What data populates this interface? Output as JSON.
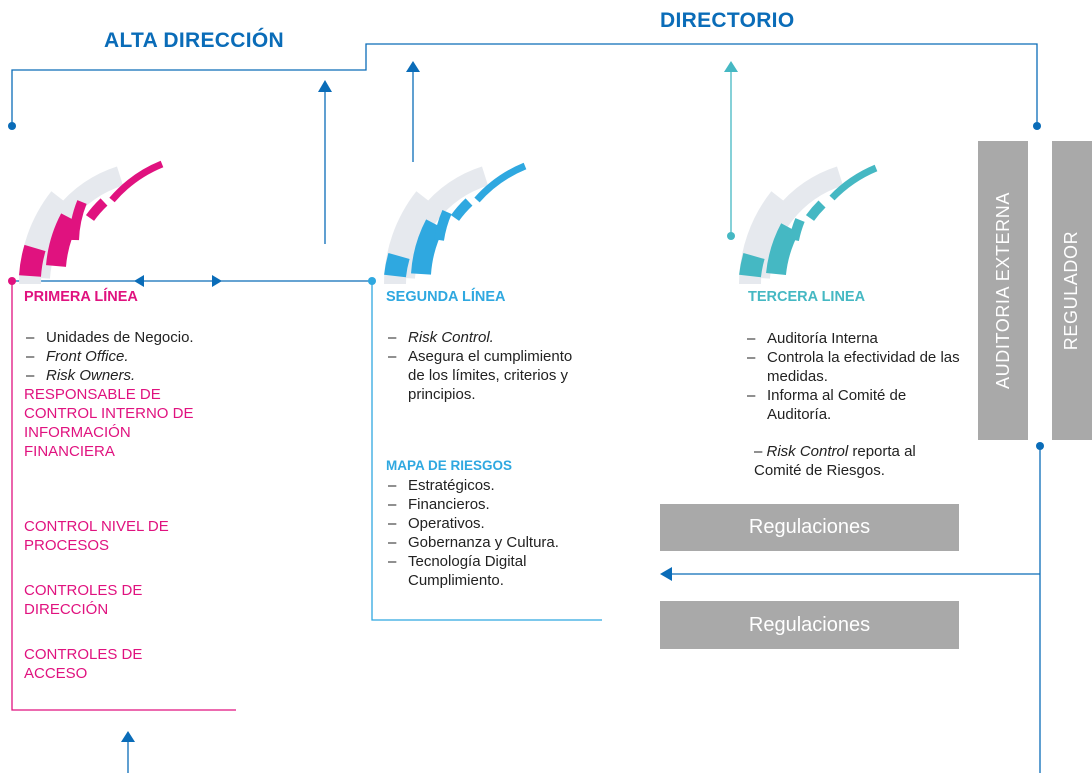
{
  "headers": {
    "alta_direccion": "ALTA DIRECCIÓN",
    "directorio": "DIRECTORIO"
  },
  "colors": {
    "primera": "#e0127f",
    "segunda": "#2fa8e0",
    "tercera": "#45b8c3",
    "connector": "#0a6cb8",
    "gray_box": "#a9a9a9"
  },
  "primera": {
    "title": "PRIMERA LÍNEA",
    "items": [
      "Unidades de Negocio.",
      "Front Office.",
      "Risk Owners."
    ],
    "blocks": [
      "RESPONSABLE DE CONTROL INTERNO DE INFORMACIÓN FINANCIERA",
      "CONTROL NIVEL DE PROCESOS",
      "CONTROLES DE DIRECCIÓN",
      "CONTROLES DE ACCESO"
    ]
  },
  "segunda": {
    "title": "SEGUNDA LÍNEA",
    "items": [
      "Risk Control.",
      "Asegura el cumplimiento de los límites, criterios y principios."
    ],
    "mapa_title": "MAPA DE RIESGOS",
    "mapa_items": [
      "Estratégicos.",
      "Financieros.",
      "Operativos.",
      "Gobernanza y Cultura.",
      "Tecnología Digital Cumplimiento."
    ]
  },
  "tercera": {
    "title": "TERCERA LINEA",
    "items": [
      "Auditoría Interna",
      "Controla la efectividad de las medidas.",
      "Informa al Comité de Auditoría."
    ],
    "note_em": "Risk Control",
    "note_rest": " reporta al Comité de Riesgos."
  },
  "side": {
    "auditoria": "AUDITORIA EXTERNA",
    "regulador": "REGULADOR"
  },
  "regulaciones": [
    "Regulaciones",
    "Regulaciones"
  ]
}
